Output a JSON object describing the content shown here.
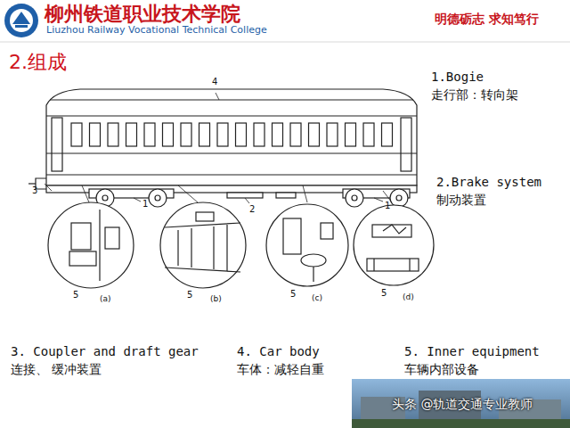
{
  "diagram": {
    "title": "2.组成",
    "labels": [
      "柳州铁道职业技术学院",
      "Liuzhou Railway Vocational Technical College",
      "明德砺志 求知笃行",
      "1.Bogie",
      "走行部：转向架",
      "2.Brake system",
      "制动装置",
      "4",
      "3",
      "1",
      "2",
      "1",
      "5",
      "(a)",
      "5",
      "(b)",
      "5",
      "(c)",
      "5",
      "(d)",
      "3. Coupler and draft gear",
      "连接、 缓冲装置",
      "4. Car body",
      "车体：减轻自重",
      "5. Inner equipment",
      "车辆内部设备",
      "头条 @轨道交通专业教师"
    ]
  }
}
